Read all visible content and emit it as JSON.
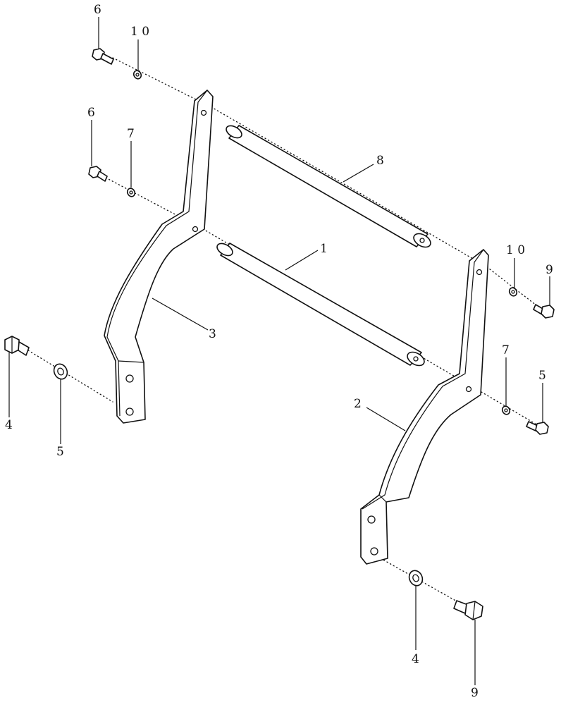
{
  "callouts": [
    {
      "id": "c1",
      "label": "1"
    },
    {
      "id": "c2",
      "label": "2"
    },
    {
      "id": "c3",
      "label": "3"
    },
    {
      "id": "c4a",
      "label": "4"
    },
    {
      "id": "c4b",
      "label": "4"
    },
    {
      "id": "c5a",
      "label": "5"
    },
    {
      "id": "c5b",
      "label": "5"
    },
    {
      "id": "c6a",
      "label": "6"
    },
    {
      "id": "c6b",
      "label": "6"
    },
    {
      "id": "c7a",
      "label": "7"
    },
    {
      "id": "c7b",
      "label": "7"
    },
    {
      "id": "c8",
      "label": "8"
    },
    {
      "id": "c9a",
      "label": "9"
    },
    {
      "id": "c9b",
      "label": "9"
    },
    {
      "id": "c10a",
      "label": "1 0"
    },
    {
      "id": "c10b",
      "label": "1 0"
    }
  ]
}
